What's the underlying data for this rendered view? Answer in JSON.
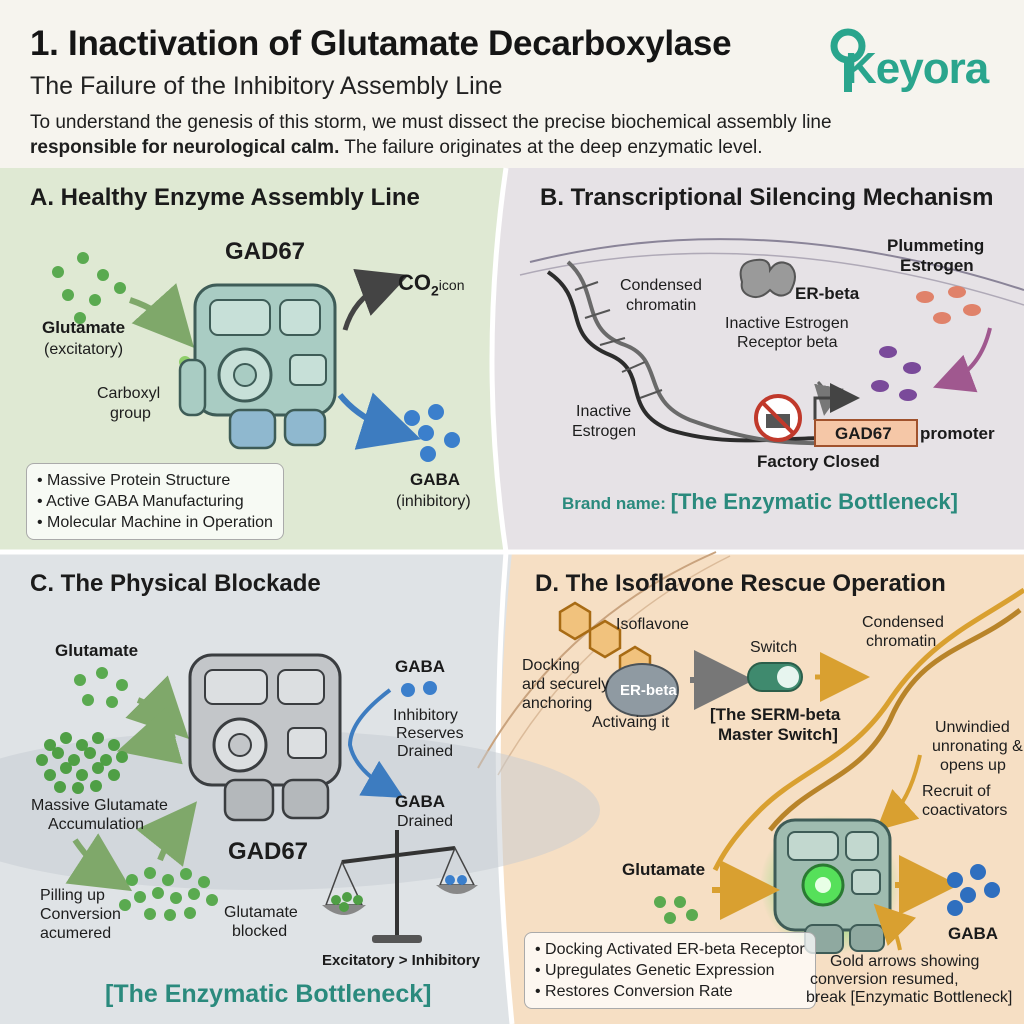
{
  "header": {
    "title": "1. Inactivation of Glutamate Decarboxylase",
    "subtitle": "The Failure of the Inhibitory Assembly Line",
    "intro_pre": "To understand the genesis of this storm, we must dissect the precise biochemical assembly line ",
    "intro_bold": "responsible for neurological calm.",
    "intro_post": " The failure originates at the deep enzymatic level.",
    "logo_text": "Keyora"
  },
  "panel_a": {
    "title": "A. Healthy Enzyme Assembly Line",
    "enzyme": "GAD67",
    "co2": "CO",
    "co2_sub": "2",
    "co2_suffix": "icon",
    "glutamate": "Glutamate",
    "glutamate_note": "(excitatory)",
    "carboxyl_line1": "Carboxyl",
    "carboxyl_line2": "group",
    "gaba": "GABA",
    "gaba_note": "(inhibitory)",
    "bullets": [
      "• Massive Protein Structure",
      "• Active GABA Manufacturing",
      "• Molecular Machine in Operation"
    ]
  },
  "panel_b": {
    "title": "B. Transcriptional Silencing Mechanism",
    "estrogen_line1": "Plummeting",
    "estrogen_line2": "Estrogen",
    "chromatin_line1": "Condensed",
    "chromatin_line2": "chromatin",
    "erbeta": "ER-beta",
    "receptor_line1": "Inactive Estrogen",
    "receptor_line2": "Receptor beta",
    "inactive_line1": "Inactive",
    "inactive_line2": "Estrogen",
    "factory": "Factory Closed",
    "gene": "GAD67",
    "promoter": "promoter",
    "brand_label": "Brand name:",
    "brand_value": "[The Enzymatic Bottleneck]"
  },
  "panel_c": {
    "title": "C. The Physical Blockade",
    "glutamate": "Glutamate",
    "accum_line1": "Massive Glutamate",
    "accum_line2": "Accumulation",
    "gaba_top": "GABA",
    "reserves_line1": "Inhibitory",
    "reserves_line2": "Reserves",
    "reserves_line3": "Drained",
    "gaba_mid": "GABA",
    "drained": "Drained",
    "enzyme": "GAD67",
    "piling_line1": "Pilling up",
    "piling_line2": "Conversion",
    "piling_line3": "acumered",
    "blocked_line1": "Glutamate",
    "blocked_line2": "blocked",
    "balance": "Excitatory > Inhibitory",
    "bottleneck": "[The Enzymatic Bottleneck]"
  },
  "panel_d": {
    "title": "D. The Isoflavone Rescue Operation",
    "isoflavone": "Isoflavone",
    "docking_line1": "Docking",
    "docking_line2": "ard securely",
    "docking_line3": "anchoring",
    "erbeta": "ER-beta",
    "activating": "Activaing it",
    "switch": "Switch",
    "serm_line1": "[The SERM-beta",
    "serm_line2": "Master Switch]",
    "chromatin_line1": "Condensed",
    "chromatin_line2": "chromatin",
    "unwind_line1": "Unwindied",
    "unwind_line2": "unronating &",
    "unwind_line3": "opens up",
    "recruit_line1": "Recruit of",
    "recruit_line2": "coactivators",
    "glutamate": "Glutamate",
    "gaba": "GABA",
    "bullets": [
      "• Docking Activated ER-beta Receptor",
      "• Upregulates Genetic Expression",
      "• Restores Conversion Rate"
    ],
    "gold_line1": "Gold arrows showing",
    "gold_line2": "conversion resumed,",
    "gold_line3": "break [Enzymatic Bottleneck]"
  },
  "colors": {
    "panel_a_bg": "#dfe9d3",
    "panel_b_bg": "#e6e2e6",
    "panel_c_bg": "#dfe3e6",
    "panel_d_bg": "#f6dfc4",
    "glutamate_dot": "#5aaa50",
    "gaba_dot": "#3b7fcc",
    "teal": "#2a8a7d",
    "gold": "#d9a030",
    "brand": "#2aa58d"
  }
}
